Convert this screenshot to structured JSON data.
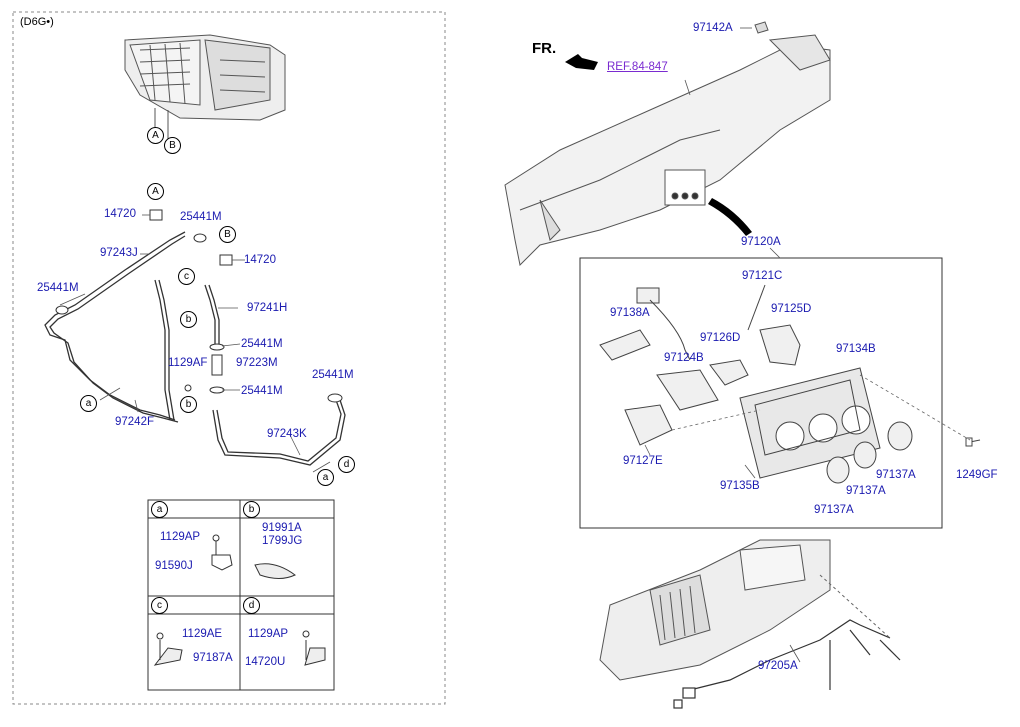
{
  "engine_variant": "(D6G•)",
  "front_label": "FR.",
  "ref_label": "REF.84-847",
  "left_parts": [
    {
      "id": "l1",
      "text": "14720"
    },
    {
      "id": "l2",
      "text": "25441M"
    },
    {
      "id": "l3",
      "text": "97243J"
    },
    {
      "id": "l4",
      "text": "14720"
    },
    {
      "id": "l5",
      "text": "25441M"
    },
    {
      "id": "l6",
      "text": "97241H"
    },
    {
      "id": "l7",
      "text": "25441M"
    },
    {
      "id": "l8",
      "text": "1129AF"
    },
    {
      "id": "l9",
      "text": "97223M"
    },
    {
      "id": "l10",
      "text": "25441M"
    },
    {
      "id": "l11",
      "text": "25441M"
    },
    {
      "id": "l12",
      "text": "97242F"
    },
    {
      "id": "l13",
      "text": "97243K"
    }
  ],
  "right_parts": [
    {
      "id": "r1",
      "text": "97142A"
    },
    {
      "id": "r2",
      "text": "97120A"
    },
    {
      "id": "r3",
      "text": "97121C"
    },
    {
      "id": "r4",
      "text": "97138A"
    },
    {
      "id": "r5",
      "text": "97125D"
    },
    {
      "id": "r6",
      "text": "97126D"
    },
    {
      "id": "r7",
      "text": "97124B"
    },
    {
      "id": "r8",
      "text": "97134B"
    },
    {
      "id": "r9",
      "text": "97127E"
    },
    {
      "id": "r10",
      "text": "97135B"
    },
    {
      "id": "r11",
      "text": "97137A"
    },
    {
      "id": "r12",
      "text": "97137A"
    },
    {
      "id": "r13",
      "text": "97137A"
    },
    {
      "id": "r14",
      "text": "1249GF"
    },
    {
      "id": "r15",
      "text": "97205A"
    }
  ],
  "detail_panels": [
    {
      "key": "a",
      "parts": [
        "1129AP",
        "91590J"
      ]
    },
    {
      "key": "b",
      "parts": [
        "91991A",
        "1799JG"
      ]
    },
    {
      "key": "c",
      "parts": [
        "1129AE",
        "97187A"
      ]
    },
    {
      "key": "d",
      "parts": [
        "1129AP",
        "14720U"
      ]
    }
  ],
  "callouts": [
    "A",
    "B",
    "A",
    "B",
    "c",
    "b",
    "b",
    "a",
    "d",
    "a"
  ]
}
